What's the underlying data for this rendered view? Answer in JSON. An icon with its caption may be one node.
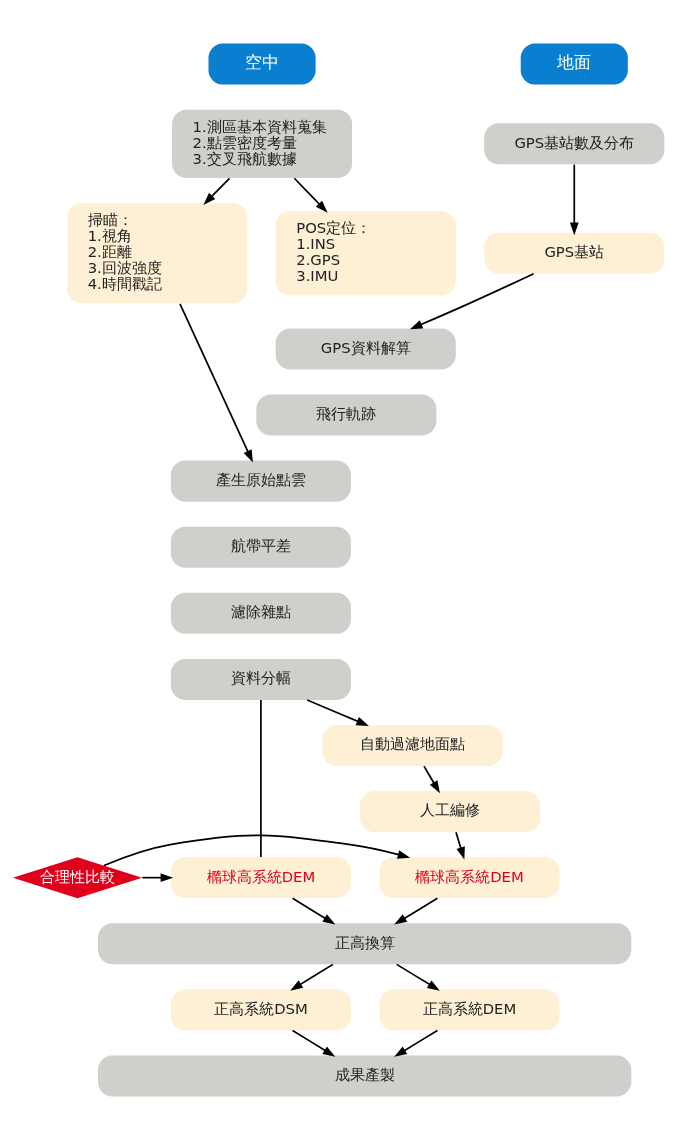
{
  "diagram": {
    "nodes": [
      {
        "text": [
          "空中"
        ]
      },
      {
        "text": [
          "地面"
        ]
      },
      {
        "text": [
          "1.測區基本資料蒐集",
          "2.點雲密度考量",
          "3.交叉飛航數據"
        ]
      },
      {
        "text": [
          "掃瞄：",
          "1.視角",
          "2.距離",
          "3.回波強度",
          "4.時間戳記"
        ]
      },
      {
        "text": [
          "POS定位：",
          "1.INS",
          "2.GPS",
          "3.IMU"
        ]
      },
      {
        "text": [
          "GPS基站數及分布"
        ]
      },
      {
        "text": [
          "GPS基站"
        ]
      },
      {
        "text": [
          "GPS資料解算"
        ]
      },
      {
        "text": [
          "飛行軌跡"
        ]
      },
      {
        "text": [
          "產生原始點雲"
        ]
      },
      {
        "text": [
          "航帶平差"
        ]
      },
      {
        "text": [
          "濾除雜點"
        ]
      },
      {
        "text": [
          "資料分幅"
        ]
      },
      {
        "text": [
          "自動過濾地面點"
        ]
      },
      {
        "text": [
          "人工編修"
        ]
      },
      {
        "text": [
          "橢球高系統DEM"
        ]
      },
      {
        "text": [
          "合理性比較"
        ]
      },
      {
        "text": [
          "橢球高系統DEM"
        ]
      },
      {
        "text": [
          "正高換算"
        ]
      },
      {
        "text": [
          "正高系統DSM"
        ]
      },
      {
        "text": [
          "正高系統DEM"
        ]
      },
      {
        "text": [
          "成果產製"
        ]
      }
    ],
    "edges": [
      {
        "from": 2,
        "to": 3,
        "arrow": "to"
      },
      {
        "from": 2,
        "to": 4,
        "arrow": "to"
      },
      {
        "from": 5,
        "to": 6,
        "arrow": "to"
      },
      {
        "from": 6,
        "to": 7,
        "arrow": "to"
      },
      {
        "from": 3,
        "to": 9,
        "arrow": "to"
      },
      {
        "from": 12,
        "to": 15,
        "arrow": "none"
      },
      {
        "from": 12,
        "to": 13,
        "arrow": "to"
      },
      {
        "from": 13,
        "to": 14,
        "arrow": "to"
      },
      {
        "from": 14,
        "to": 17,
        "arrow": "to"
      },
      {
        "from": 16,
        "to": 15,
        "arrow": "to"
      },
      {
        "from": 16,
        "to": 17,
        "arrow": "to"
      },
      {
        "from": 15,
        "to": 18,
        "arrow": "to"
      },
      {
        "from": 17,
        "to": 18,
        "arrow": "to"
      },
      {
        "from": 18,
        "to": 19,
        "arrow": "to"
      },
      {
        "from": 18,
        "to": 20,
        "arrow": "to"
      },
      {
        "from": 19,
        "to": 21,
        "arrow": "to"
      },
      {
        "from": 20,
        "to": 21,
        "arrow": "to"
      }
    ]
  }
}
